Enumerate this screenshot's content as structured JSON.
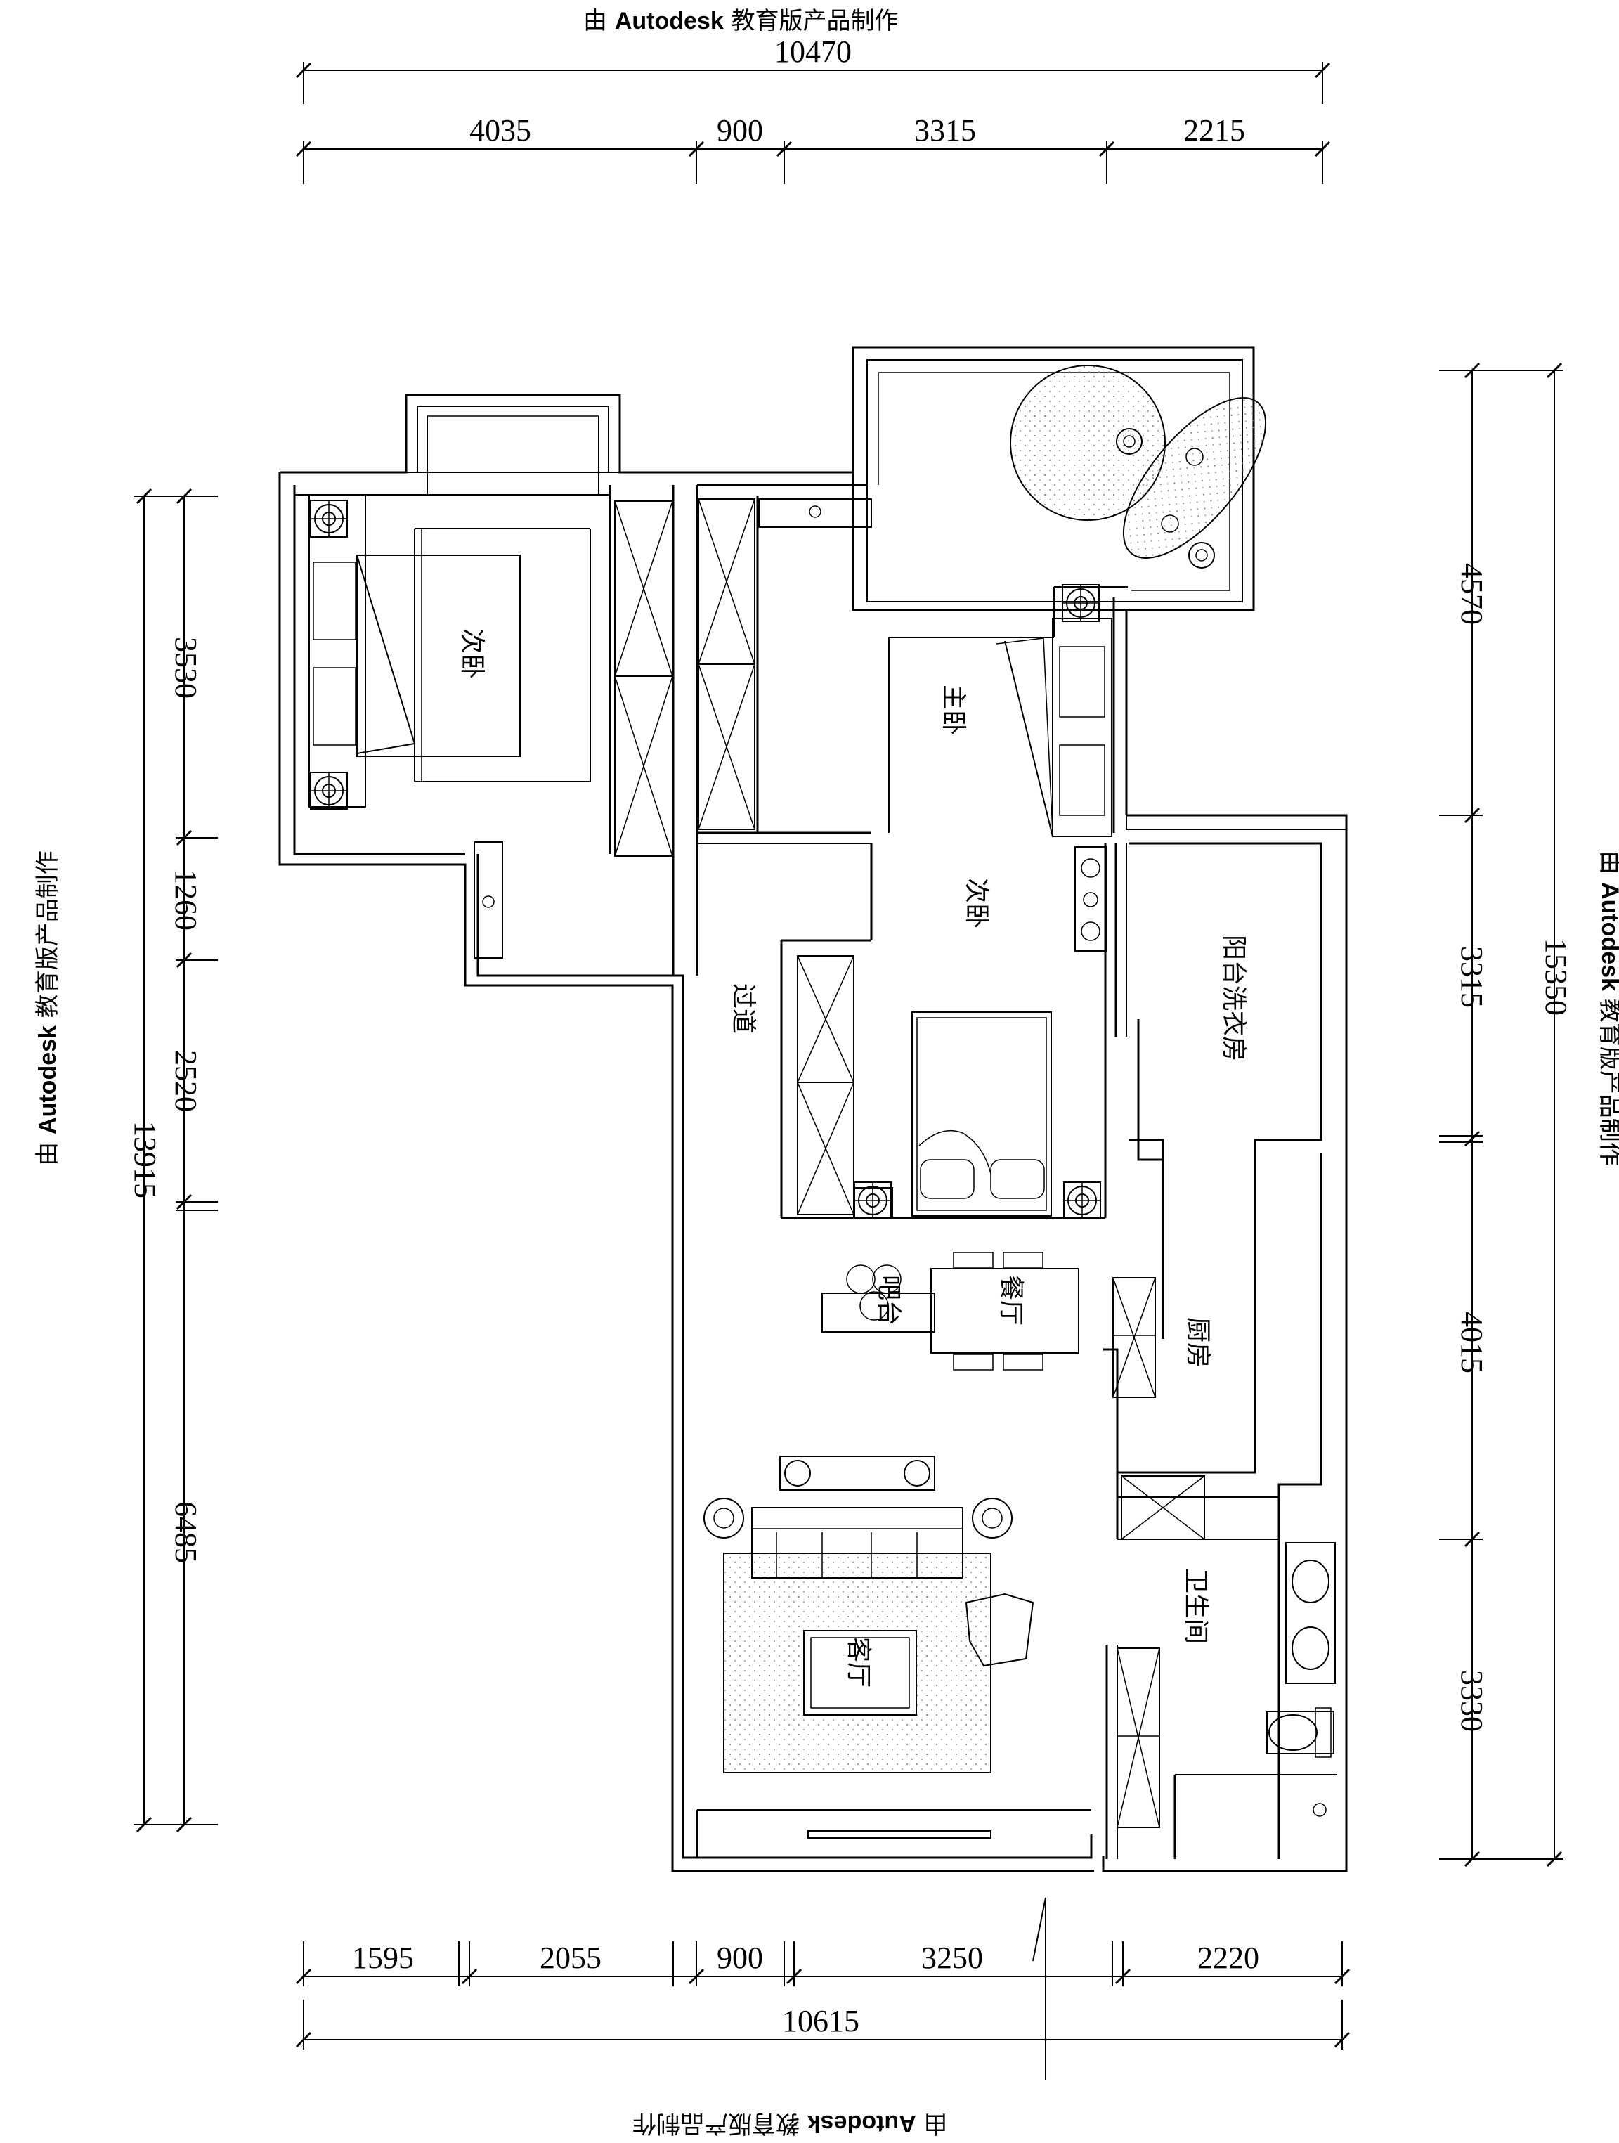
{
  "watermark": {
    "prefix": "由",
    "brand": "Autodesk",
    "suffix": "教育版产品制作"
  },
  "dimensions": {
    "top_total": "10470",
    "top": [
      "4035",
      "900",
      "3315",
      "2215"
    ],
    "bottom": [
      "1595",
      "2055",
      "900",
      "3250",
      "2220"
    ],
    "bottom_total": "10615",
    "left": [
      "3530",
      "1260",
      "2520",
      "6485"
    ],
    "left_total": "13915",
    "right": [
      "4570",
      "3315",
      "4015",
      "3330"
    ],
    "right_total": "15350"
  },
  "rooms": {
    "secondary_bedroom_left": "次卧",
    "master_bedroom": "主卧",
    "secondary_bedroom_center": "次卧",
    "corridor": "过道",
    "balcony_laundry": "阳台洗衣房",
    "bar": "吧台",
    "dining": "餐厅",
    "kitchen": "厨房",
    "living": "客厅",
    "bathroom": "卫生间"
  }
}
